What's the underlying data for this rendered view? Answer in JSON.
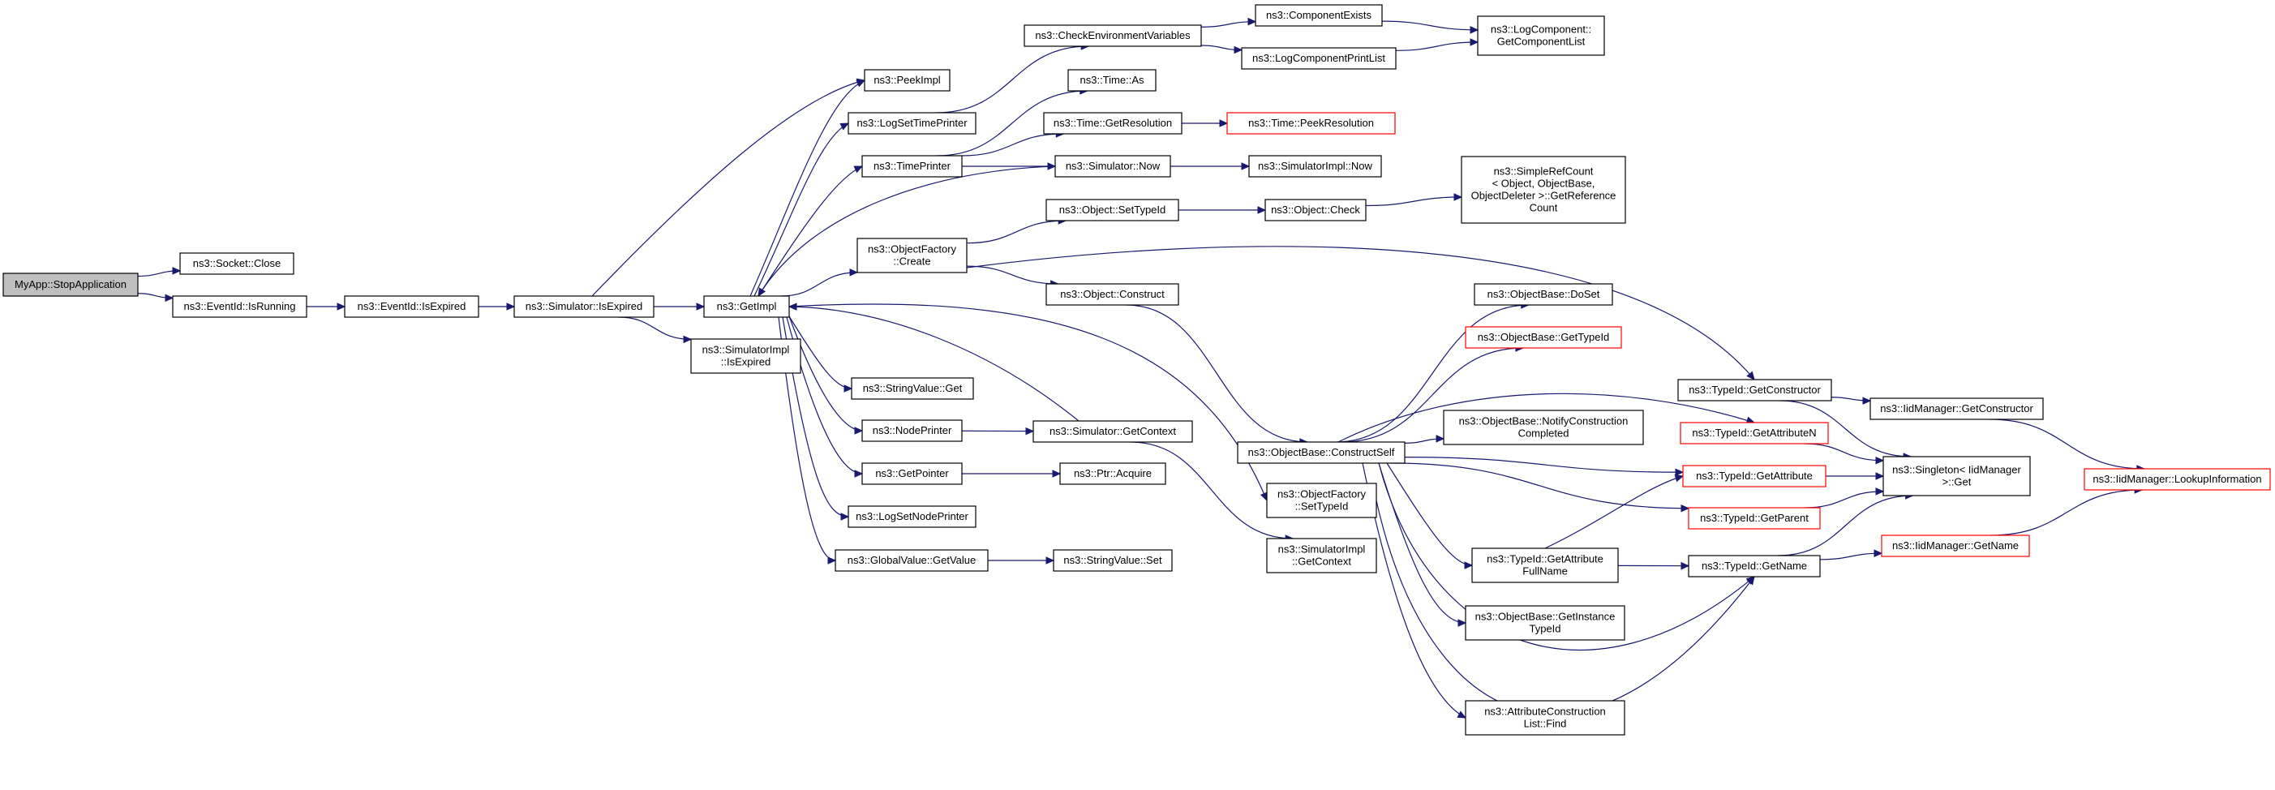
{
  "diagram": {
    "type": "call-graph",
    "colors": {
      "edge": "#191970",
      "root_fill": "#bfbfbf",
      "node_border": "#000000",
      "truncated_border": "#ff0000"
    },
    "nodes": [
      {
        "id": "n_stopapp",
        "lines": [
          "MyApp::StopApplication"
        ],
        "kind": "root"
      },
      {
        "id": "n_sockclose",
        "lines": [
          "ns3::Socket::Close"
        ],
        "kind": "normal"
      },
      {
        "id": "n_evrunning",
        "lines": [
          "ns3::EventId::IsRunning"
        ],
        "kind": "normal"
      },
      {
        "id": "n_evexpired",
        "lines": [
          "ns3::EventId::IsExpired"
        ],
        "kind": "normal"
      },
      {
        "id": "n_simexpired",
        "lines": [
          "ns3::Simulator::IsExpired"
        ],
        "kind": "normal"
      },
      {
        "id": "n_getimpl",
        "lines": [
          "ns3::GetImpl"
        ],
        "kind": "normal"
      },
      {
        "id": "n_simimplexpired",
        "lines": [
          "ns3::SimulatorImpl",
          "::IsExpired"
        ],
        "kind": "normal"
      },
      {
        "id": "n_peekimpl",
        "lines": [
          "ns3::PeekImpl"
        ],
        "kind": "normal"
      },
      {
        "id": "n_logsettp",
        "lines": [
          "ns3::LogSetTimePrinter"
        ],
        "kind": "normal"
      },
      {
        "id": "n_timeprinter",
        "lines": [
          "ns3::TimePrinter"
        ],
        "kind": "normal"
      },
      {
        "id": "n_objfactcreate",
        "lines": [
          "ns3::ObjectFactory",
          "::Create"
        ],
        "kind": "normal"
      },
      {
        "id": "n_strvalget",
        "lines": [
          "ns3::StringValue::Get"
        ],
        "kind": "normal"
      },
      {
        "id": "n_nodeprinter",
        "lines": [
          "ns3::NodePrinter"
        ],
        "kind": "normal"
      },
      {
        "id": "n_getpointer",
        "lines": [
          "ns3::GetPointer"
        ],
        "kind": "normal"
      },
      {
        "id": "n_logsetnp",
        "lines": [
          "ns3::LogSetNodePrinter"
        ],
        "kind": "normal"
      },
      {
        "id": "n_gvgetvalue",
        "lines": [
          "ns3::GlobalValue::GetValue"
        ],
        "kind": "normal"
      },
      {
        "id": "n_checkenv",
        "lines": [
          "ns3::CheckEnvironmentVariables"
        ],
        "kind": "normal"
      },
      {
        "id": "n_timeas",
        "lines": [
          "ns3::Time::As"
        ],
        "kind": "normal"
      },
      {
        "id": "n_timegetres",
        "lines": [
          "ns3::Time::GetResolution"
        ],
        "kind": "normal"
      },
      {
        "id": "n_simnow",
        "lines": [
          "ns3::Simulator::Now"
        ],
        "kind": "normal"
      },
      {
        "id": "n_objsettypeid",
        "lines": [
          "ns3::Object::SetTypeId"
        ],
        "kind": "normal"
      },
      {
        "id": "n_objconstruct",
        "lines": [
          "ns3::Object::Construct"
        ],
        "kind": "normal"
      },
      {
        "id": "n_simgetcontext",
        "lines": [
          "ns3::Simulator::GetContext"
        ],
        "kind": "normal"
      },
      {
        "id": "n_ptracquire",
        "lines": [
          "ns3::Ptr::Acquire"
        ],
        "kind": "normal"
      },
      {
        "id": "n_strvalset",
        "lines": [
          "ns3::StringValue::Set"
        ],
        "kind": "normal"
      },
      {
        "id": "n_compexists",
        "lines": [
          "ns3::ComponentExists"
        ],
        "kind": "normal"
      },
      {
        "id": "n_logcompprint",
        "lines": [
          "ns3::LogComponentPrintList"
        ],
        "kind": "normal"
      },
      {
        "id": "n_logcompgetlist",
        "lines": [
          "ns3::LogComponent::",
          "GetComponentList"
        ],
        "kind": "normal"
      },
      {
        "id": "n_timepeekres",
        "lines": [
          "ns3::Time::PeekResolution"
        ],
        "kind": "truncated"
      },
      {
        "id": "n_simimplnow",
        "lines": [
          "ns3::SimulatorImpl::Now"
        ],
        "kind": "normal"
      },
      {
        "id": "n_objcheck",
        "lines": [
          "ns3::Object::Check"
        ],
        "kind": "normal"
      },
      {
        "id": "n_simplerefcount",
        "lines": [
          "ns3::SimpleRefCount",
          "< Object, ObjectBase,",
          "ObjectDeleter >::GetReference",
          "Count"
        ],
        "kind": "normal"
      },
      {
        "id": "n_objbasedoset",
        "lines": [
          "ns3::ObjectBase::DoSet"
        ],
        "kind": "normal"
      },
      {
        "id": "n_objbasegettid",
        "lines": [
          "ns3::ObjectBase::GetTypeId"
        ],
        "kind": "truncated"
      },
      {
        "id": "n_constructself",
        "lines": [
          "ns3::ObjectBase::ConstructSelf"
        ],
        "kind": "normal"
      },
      {
        "id": "n_notifyconstr",
        "lines": [
          "ns3::ObjectBase::NotifyConstruction",
          "Completed"
        ],
        "kind": "normal"
      },
      {
        "id": "n_objfactsettid",
        "lines": [
          "ns3::ObjectFactory",
          "::SetTypeId"
        ],
        "kind": "normal"
      },
      {
        "id": "n_simimplgetctx",
        "lines": [
          "ns3::SimulatorImpl",
          "::GetContext"
        ],
        "kind": "normal"
      },
      {
        "id": "n_tidgetattrfull",
        "lines": [
          "ns3::TypeId::GetAttribute",
          "FullName"
        ],
        "kind": "normal"
      },
      {
        "id": "n_objbasegetinst",
        "lines": [
          "ns3::ObjectBase::GetInstance",
          "TypeId"
        ],
        "kind": "normal"
      },
      {
        "id": "n_attrconstrfind",
        "lines": [
          "ns3::AttributeConstruction",
          "List::Find"
        ],
        "kind": "normal"
      },
      {
        "id": "n_tidgetconstr",
        "lines": [
          "ns3::TypeId::GetConstructor"
        ],
        "kind": "normal"
      },
      {
        "id": "n_tidgetattrn",
        "lines": [
          "ns3::TypeId::GetAttributeN"
        ],
        "kind": "truncated"
      },
      {
        "id": "n_tidgetattr",
        "lines": [
          "ns3::TypeId::GetAttribute"
        ],
        "kind": "truncated"
      },
      {
        "id": "n_tidgetparent",
        "lines": [
          "ns3::TypeId::GetParent"
        ],
        "kind": "truncated"
      },
      {
        "id": "n_tidgetname",
        "lines": [
          "ns3::TypeId::GetName"
        ],
        "kind": "normal"
      },
      {
        "id": "n_iidgetconstr",
        "lines": [
          "ns3::IidManager::GetConstructor"
        ],
        "kind": "normal"
      },
      {
        "id": "n_singletonget",
        "lines": [
          "ns3::Singleton< IidManager",
          " >::Get"
        ],
        "kind": "normal"
      },
      {
        "id": "n_iidgetname",
        "lines": [
          "ns3::IidManager::GetName"
        ],
        "kind": "truncated"
      },
      {
        "id": "n_iidlookup",
        "lines": [
          "ns3::IidManager::LookupInformation"
        ],
        "kind": "truncated"
      }
    ],
    "edges": [
      [
        "n_stopapp",
        "n_sockclose"
      ],
      [
        "n_stopapp",
        "n_evrunning"
      ],
      [
        "n_evrunning",
        "n_evexpired"
      ],
      [
        "n_evexpired",
        "n_simexpired"
      ],
      [
        "n_simexpired",
        "n_getimpl"
      ],
      [
        "n_simexpired",
        "n_simimplexpired"
      ],
      [
        "n_simexpired",
        "n_peekimpl"
      ],
      [
        "n_getimpl",
        "n_peekimpl"
      ],
      [
        "n_getimpl",
        "n_logsettp"
      ],
      [
        "n_getimpl",
        "n_timeprinter"
      ],
      [
        "n_getimpl",
        "n_objfactcreate"
      ],
      [
        "n_getimpl",
        "n_strvalget"
      ],
      [
        "n_getimpl",
        "n_nodeprinter"
      ],
      [
        "n_getimpl",
        "n_getpointer"
      ],
      [
        "n_getimpl",
        "n_logsetnp"
      ],
      [
        "n_getimpl",
        "n_gvgetvalue"
      ],
      [
        "n_getimpl",
        "n_objfactsettid"
      ],
      [
        "n_logsettp",
        "n_checkenv"
      ],
      [
        "n_timeprinter",
        "n_timeas"
      ],
      [
        "n_timeprinter",
        "n_timegetres"
      ],
      [
        "n_timeprinter",
        "n_simnow"
      ],
      [
        "n_simnow",
        "n_getimpl"
      ],
      [
        "n_simnow",
        "n_simimplnow"
      ],
      [
        "n_objfactcreate",
        "n_objsettypeid"
      ],
      [
        "n_objfactcreate",
        "n_objconstruct"
      ],
      [
        "n_objfactcreate",
        "n_tidgetconstr"
      ],
      [
        "n_nodeprinter",
        "n_simgetcontext"
      ],
      [
        "n_simgetcontext",
        "n_getimpl"
      ],
      [
        "n_simgetcontext",
        "n_simimplgetctx"
      ],
      [
        "n_getpointer",
        "n_ptracquire"
      ],
      [
        "n_gvgetvalue",
        "n_strvalset"
      ],
      [
        "n_checkenv",
        "n_compexists"
      ],
      [
        "n_checkenv",
        "n_logcompprint"
      ],
      [
        "n_compexists",
        "n_logcompgetlist"
      ],
      [
        "n_logcompprint",
        "n_logcompgetlist"
      ],
      [
        "n_timegetres",
        "n_timepeekres"
      ],
      [
        "n_objsettypeid",
        "n_objcheck"
      ],
      [
        "n_objcheck",
        "n_simplerefcount"
      ],
      [
        "n_objconstruct",
        "n_constructself"
      ],
      [
        "n_constructself",
        "n_objbasedoset"
      ],
      [
        "n_constructself",
        "n_objbasegettid"
      ],
      [
        "n_constructself",
        "n_notifyconstr"
      ],
      [
        "n_constructself",
        "n_tidgetattrn"
      ],
      [
        "n_constructself",
        "n_tidgetattr"
      ],
      [
        "n_constructself",
        "n_tidgetparent"
      ],
      [
        "n_constructself",
        "n_tidgetattrfull"
      ],
      [
        "n_constructself",
        "n_objbasegetinst"
      ],
      [
        "n_constructself",
        "n_attrconstrfind"
      ],
      [
        "n_constructself",
        "n_tidgetname"
      ],
      [
        "n_objfactsettid",
        "n_tidgetname"
      ],
      [
        "n_tidgetattrfull",
        "n_tidgetattr"
      ],
      [
        "n_tidgetattrfull",
        "n_tidgetname"
      ],
      [
        "n_tidgetconstr",
        "n_iidgetconstr"
      ],
      [
        "n_tidgetconstr",
        "n_singletonget"
      ],
      [
        "n_tidgetattrn",
        "n_singletonget"
      ],
      [
        "n_tidgetattr",
        "n_singletonget"
      ],
      [
        "n_tidgetparent",
        "n_singletonget"
      ],
      [
        "n_tidgetname",
        "n_singletonget"
      ],
      [
        "n_tidgetname",
        "n_iidgetname"
      ],
      [
        "n_iidgetconstr",
        "n_iidlookup"
      ],
      [
        "n_iidgetname",
        "n_iidlookup"
      ]
    ]
  }
}
